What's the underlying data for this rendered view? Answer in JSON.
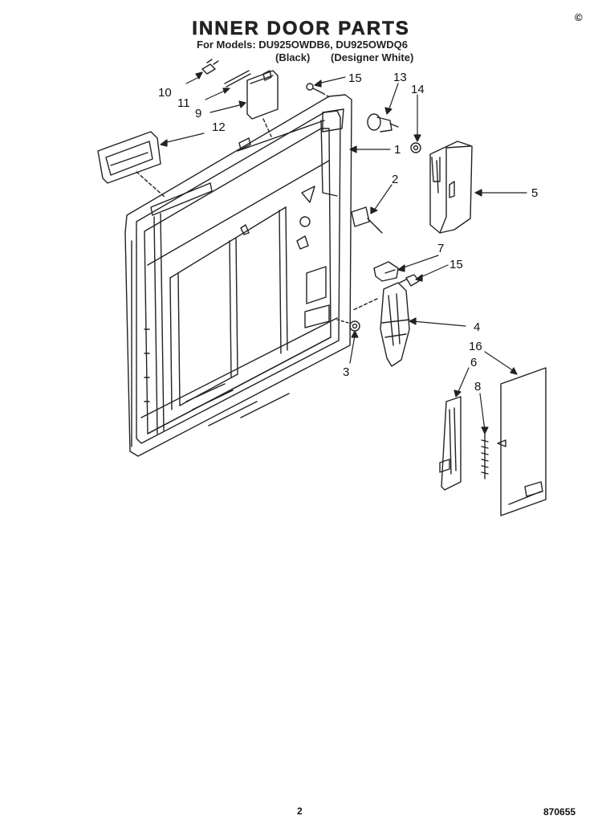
{
  "header": {
    "title": "INNER DOOR PARTS",
    "models_line": "For Models: DU925OWDB6, DU925OWDQ6",
    "variant_black": "(Black)",
    "variant_white": "(Designer White)",
    "corner_mark": "©"
  },
  "footer": {
    "page_number": "2",
    "document_code": "870655"
  },
  "callouts": [
    "1",
    "2",
    "3",
    "4",
    "5",
    "6",
    "7",
    "8",
    "9",
    "10",
    "11",
    "12",
    "13",
    "14",
    "15",
    "15",
    "16"
  ],
  "colors": {
    "line": "#222222",
    "paper": "#ffffff"
  }
}
